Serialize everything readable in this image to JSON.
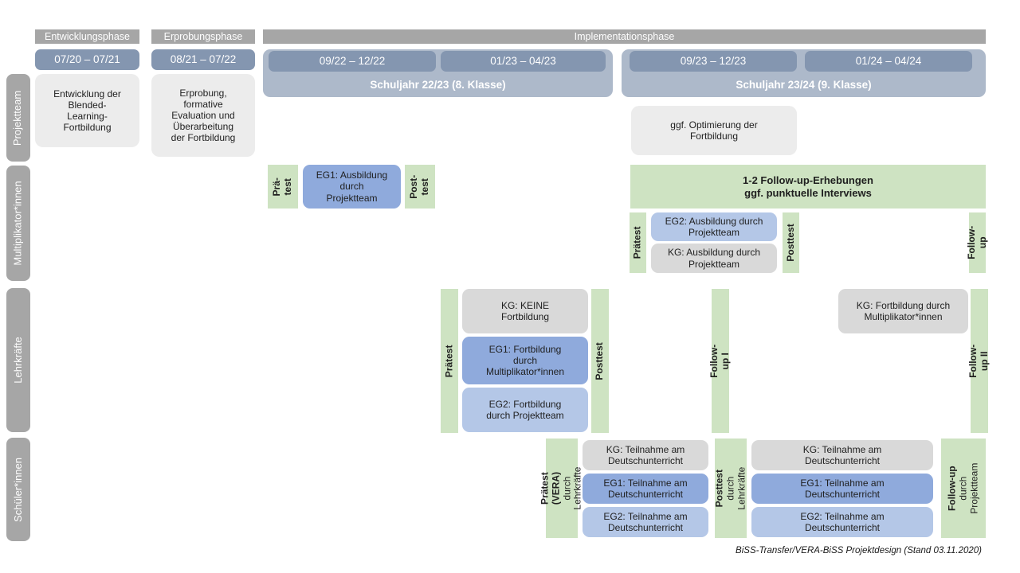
{
  "colors": {
    "phase_bar": "#a6a6a6",
    "date_bar": "#8496b0",
    "school_year_band": "#adb9ca",
    "row_label_bar": "#a6a6a6",
    "box_neutral": "#ececec",
    "box_kg_gray": "#d9d9d9",
    "box_eg1_blue": "#8faadc",
    "box_eg2_blue": "#b4c7e7",
    "box_green": "#cee3c2"
  },
  "phases": {
    "development": "Entwicklungsphase",
    "piloting": "Erprobungsphase",
    "implementation": "Implementationsphase"
  },
  "timeline": {
    "development_range": "07/20 – 07/21",
    "piloting_range": "08/21 – 07/22",
    "school_year_1": {
      "term_1": "09/22 – 12/22",
      "term_2": "01/23 – 04/23",
      "label": "Schuljahr 22/23 (8. Klasse)"
    },
    "school_year_2": {
      "term_1": "09/23 – 12/23",
      "term_2": "01/24 – 04/24",
      "label": "Schuljahr 23/24 (9. Klasse)"
    }
  },
  "row_labels": {
    "projektteam": "Projektteam",
    "multiplikatoren": "Multiplikator*innen",
    "lehrkraefte": "Lehrkräfte",
    "schueler": "Schüler*innen"
  },
  "projektteam": {
    "entwicklung": "Entwicklung der\nBlended-\nLearning-\nFortbildung",
    "erprobung": "Erprobung,\nformative\nEvaluation und\nÜberarbeitung\nder Fortbildung",
    "optimierung": "ggf. Optimierung der\nFortbildung"
  },
  "multiplikatoren": {
    "praetest_line1": "Prä-",
    "praetest_line2": "test",
    "eg1": "EG1: Ausbildung\ndurch\nProjektteam",
    "posttest_line1": "Post-",
    "posttest_line2": "test",
    "followup_box": "1-2 Follow-up-Erhebungen\nggf. punktuelle Interviews",
    "praetest2": "Prätest",
    "eg2": "EG2: Ausbildung durch\nProjektteam",
    "kg": "KG: Ausbildung durch\nProjektteam",
    "posttest2": "Posttest",
    "followup": "Follow-up"
  },
  "lehrkraefte": {
    "praetest": "Prätest",
    "kg": "KG: KEINE\nFortbildung",
    "eg1": "EG1: Fortbildung\ndurch\nMultiplikator*innen",
    "eg2": "EG2: Fortbildung\ndurch Projektteam",
    "posttest": "Posttest",
    "followup1": "Follow-up I",
    "kg2": "KG: Fortbildung durch\nMultiplikator*innen",
    "followup2": "Follow-up II"
  },
  "schueler": {
    "praetest_line1": "Prätest (VERA)",
    "praetest_line2": "durch Lehrkräfte",
    "kg1": "KG: Teilnahme am\nDeutschunterricht",
    "eg1_1": "EG1: Teilnahme am\nDeutschunterricht",
    "eg2_1": "EG2: Teilnahme am\nDeutschunterricht",
    "posttest_line1": "Posttest",
    "posttest_line2": "durch Lehrkräfte",
    "kg2": "KG: Teilnahme am\nDeutschunterricht",
    "eg1_2": "EG1: Teilnahme am\nDeutschunterricht",
    "eg2_2": "EG2: Teilnahme am\nDeutschunterricht",
    "followup_line1": "Follow-up",
    "followup_line2": "durch",
    "followup_line3": "Projektteam"
  },
  "caption": "BiSS-Transfer/VERA-BiSS Projektdesign (Stand 03.11.2020)"
}
